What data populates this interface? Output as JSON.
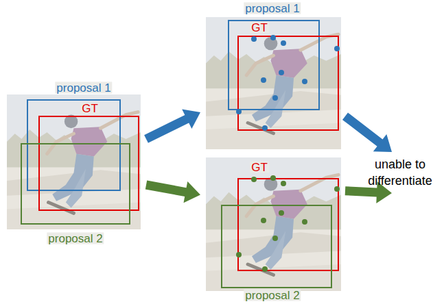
{
  "diagram": {
    "nodes": [
      {
        "text": [
          "proposal 1",
          "GT",
          "proposal 2"
        ]
      },
      {
        "text": [
          "proposal 1",
          "GT"
        ]
      },
      {
        "text": [
          "GT",
          "proposal 2"
        ]
      },
      {
        "text": [
          "unable to differentiate"
        ]
      }
    ],
    "edges": [
      {
        "from": 0,
        "to": 1,
        "arrow": "to"
      },
      {
        "from": 0,
        "to": 2,
        "arrow": "to"
      },
      {
        "from": 1,
        "to": 3,
        "arrow": "to"
      },
      {
        "from": 2,
        "to": 3,
        "arrow": "to"
      }
    ]
  }
}
